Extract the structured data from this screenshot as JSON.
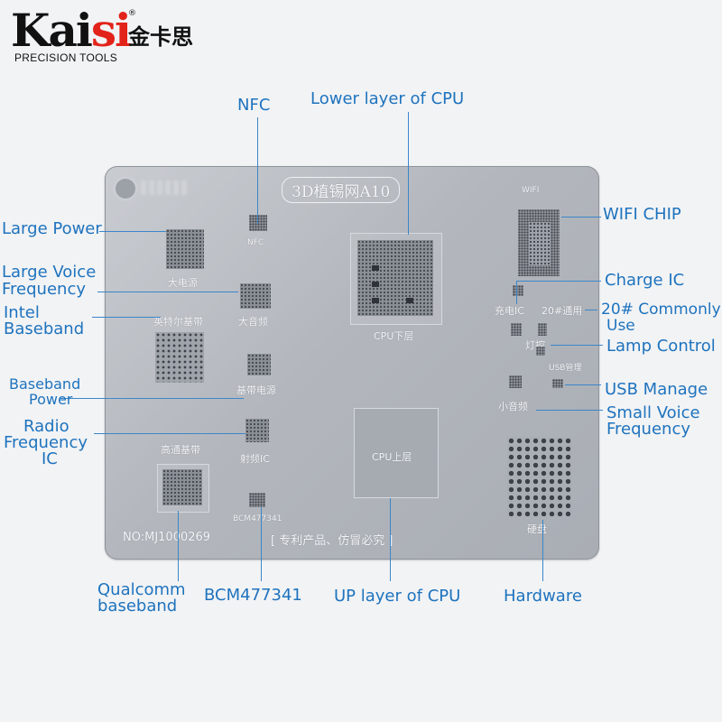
{
  "brand": {
    "name_part1": "Kai",
    "name_part2": "si",
    "name_cn": "金卡思",
    "registered": "®",
    "tagline": "PRECISION TOOLS"
  },
  "colors": {
    "label_blue": "#1e73be",
    "brand_red": "#e2231a",
    "plate_gray": "#b3b7bd"
  },
  "plate": {
    "title": "3D植锡网A10",
    "model_no": "NO:MJ1000269",
    "patent_note": "[ 专利产品、仿冒必究 ]",
    "etched": {
      "nfc": "NFC",
      "wifi": "WIFI",
      "big_power": "大电源",
      "big_audio": "大音频",
      "intel_baseband": "英特尔基带",
      "cpu_lower": "CPU下层",
      "charge_ic": "充电IC",
      "common_20": "20#通用",
      "lamp_control": "灯控",
      "usb_manage": "USB管理",
      "baseband_power": "基带电源",
      "small_audio": "小音频",
      "radio_ic": "射频IC",
      "qualcomm_baseband": "高通基带",
      "cpu_upper": "CPU上层",
      "bcm": "BCM477341",
      "hard_disk": "硬盘"
    }
  },
  "callouts": {
    "nfc": "NFC",
    "lower_cpu": "Lower layer of CPU",
    "large_power": "Large Power",
    "large_voice_1": "Large Voice",
    "large_voice_2": "Frequency",
    "intel_1": "Intel",
    "intel_2": "Baseband",
    "baseband_power_1": "Baseband",
    "baseband_power_2": "Power",
    "radio_1": "Radio",
    "radio_2": "Frequency",
    "radio_3": "IC",
    "wifi_chip": "WIFI CHIP",
    "charge_ic": "Charge IC",
    "common_1": "20# Commonly",
    "common_2": "Use",
    "lamp_control": "Lamp Control",
    "usb_manage": "USB Manage",
    "small_voice_1": "Small Voice",
    "small_voice_2": "Frequency",
    "qualcomm_1": "Qualcomm",
    "qualcomm_2": "baseband",
    "bcm": "BCM477341",
    "up_cpu": "UP layer of CPU",
    "hardware": "Hardware"
  }
}
